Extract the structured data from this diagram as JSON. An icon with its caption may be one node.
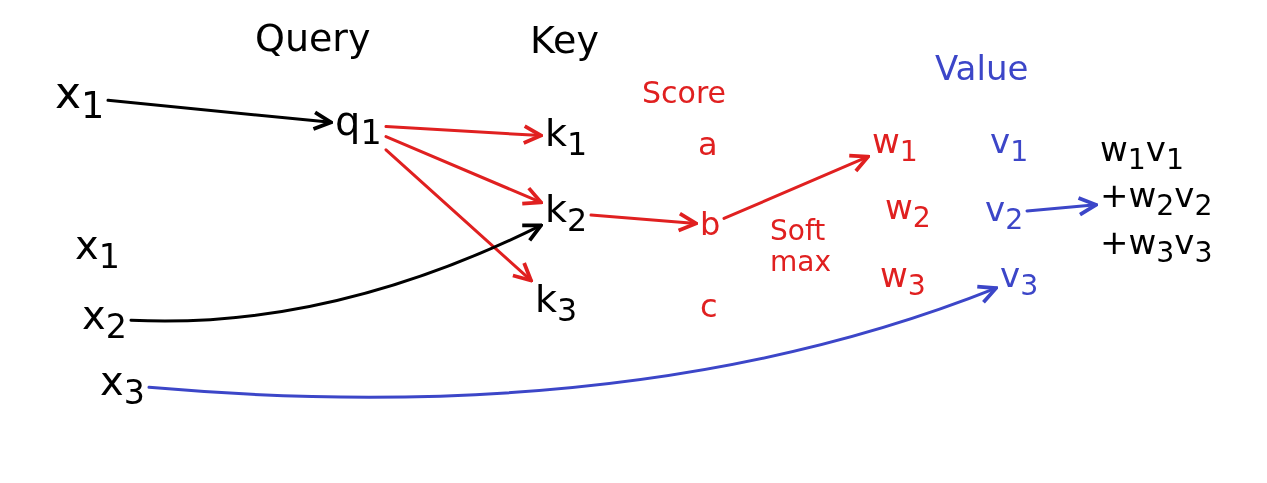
{
  "diagram": {
    "nodes": [
      {
        "text": [
          "x$_{1}$"
        ]
      },
      {
        "text": [
          "q$_{1}$"
        ]
      },
      {
        "text": [
          "x$_{1}$"
        ]
      },
      {
        "text": [
          "x$_{2}$"
        ]
      },
      {
        "text": [
          "x$_{3}$"
        ]
      },
      {
        "text": [
          "k$_{1}$"
        ]
      },
      {
        "text": [
          "k$_{2}$"
        ]
      },
      {
        "text": [
          "k$_{3}$"
        ]
      },
      {
        "text": [
          "a"
        ]
      },
      {
        "text": [
          "b"
        ]
      },
      {
        "text": [
          "c"
        ]
      },
      {
        "text": [
          "w$_{1}$"
        ]
      },
      {
        "text": [
          "w$_{2}$"
        ]
      },
      {
        "text": [
          "w$_{3}$"
        ]
      },
      {
        "text": [
          "v$_{1}$"
        ]
      },
      {
        "text": [
          "v$_{2}$"
        ]
      },
      {
        "text": [
          "v$_{3}$"
        ]
      },
      {
        "text": [
          "w$_{1}$v$_{1}$",
          "+w$_{2}$v$_{2}$",
          "+w$_{3}$v$_{3}$"
        ]
      }
    ],
    "edges": [
      {
        "from": 0,
        "to": 1,
        "arrow": "to",
        "color": "#000000"
      },
      {
        "from": 1,
        "to": 5,
        "arrow": "to"
      },
      {
        "from": 1,
        "to": 6,
        "arrow": "to"
      },
      {
        "from": 1,
        "to": 7,
        "arrow": "to"
      },
      {
        "from": 3,
        "to": 6,
        "arrow": "to",
        "color": "#000000"
      },
      {
        "from": 6,
        "to": 9,
        "arrow": "to"
      },
      {
        "from": 9,
        "to": 11,
        "arrow": "to"
      },
      {
        "from": 15,
        "to": 17,
        "arrow": "to",
        "color": "#3c46c8"
      },
      {
        "from": 4,
        "to": 16,
        "arrow": "to",
        "color": "#3c46c8"
      }
    ],
    "labels": [
      "Query",
      "Key",
      "Score",
      "Soft max",
      "Value"
    ]
  }
}
